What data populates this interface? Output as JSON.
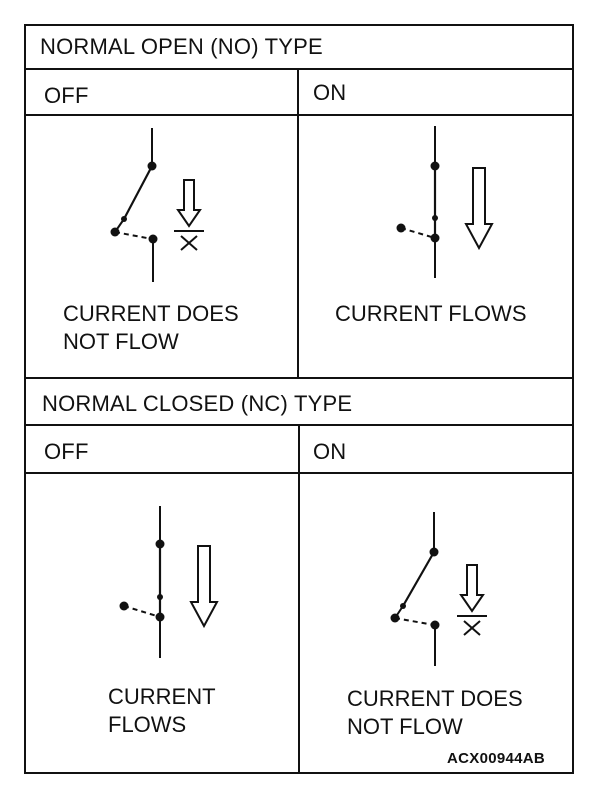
{
  "no_section": {
    "title": "NORMAL OPEN (NO) TYPE",
    "off_label": "OFF",
    "on_label": "ON",
    "off_caption": "CURRENT DOES\nNOT FLOW",
    "on_caption": "CURRENT FLOWS"
  },
  "nc_section": {
    "title": "NORMAL CLOSED (NC) TYPE",
    "off_label": "OFF",
    "on_label": "ON",
    "off_caption": "CURRENT\nFLOWS",
    "on_caption": "CURRENT DOES\nNOT FLOW"
  },
  "figure_id": "ACX00944AB"
}
